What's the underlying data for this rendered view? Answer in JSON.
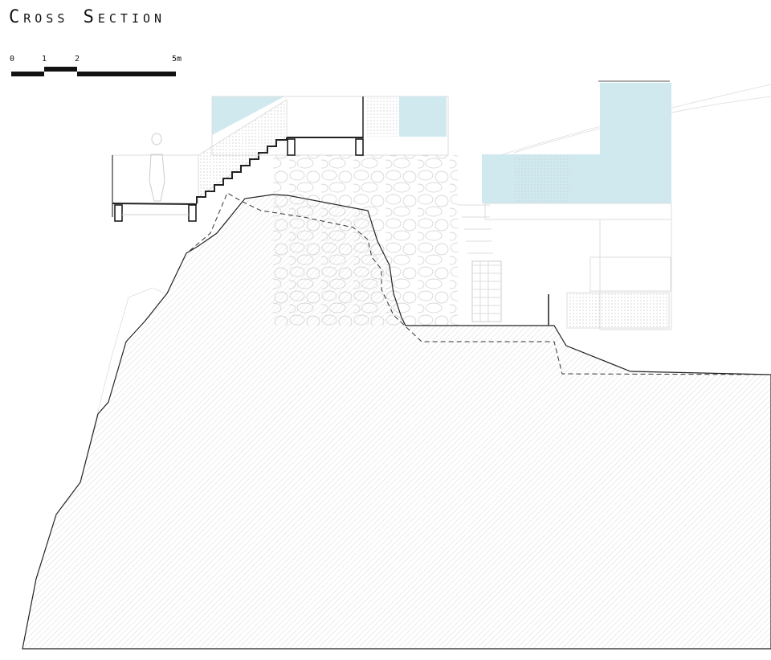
{
  "title": "Cross Section",
  "scale_bar": {
    "labels": [
      "0",
      "1",
      "2",
      "5m"
    ],
    "unit": "m"
  },
  "colors": {
    "glass": "#cfe9ee",
    "line": "#222222",
    "light_line": "#cccccc"
  }
}
